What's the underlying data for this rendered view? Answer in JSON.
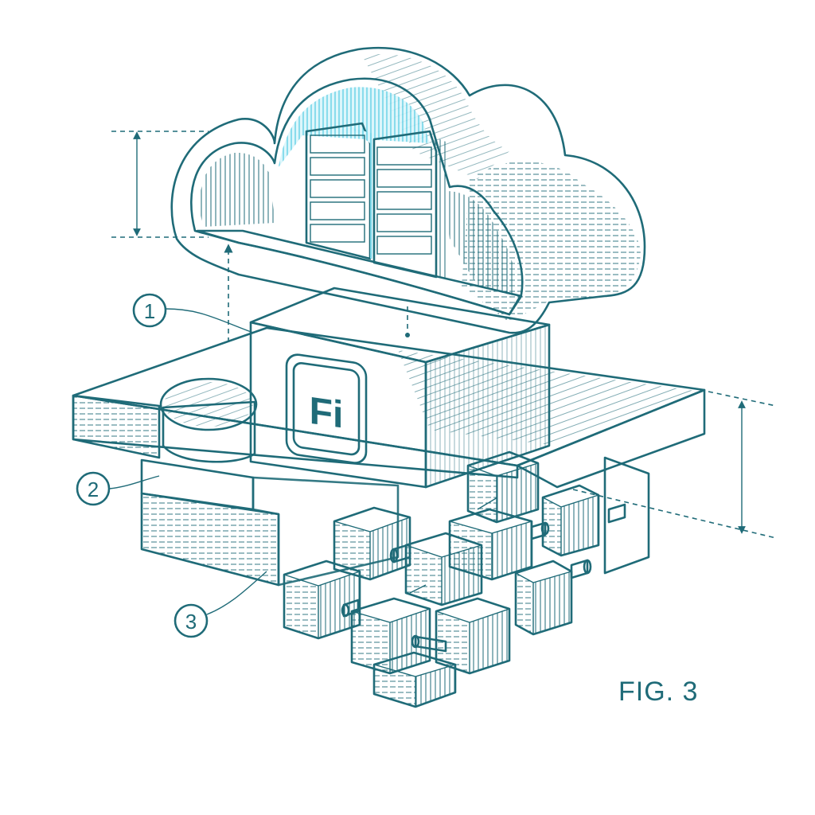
{
  "figure": {
    "caption": "FIG. 3",
    "logo_text": "Fi",
    "callouts": [
      {
        "number": "1"
      },
      {
        "number": "2"
      },
      {
        "number": "3"
      }
    ]
  },
  "colors": {
    "ink": "#1f6b78",
    "cyan_shade": "#3ec6e0",
    "paper": "#ffffff"
  }
}
